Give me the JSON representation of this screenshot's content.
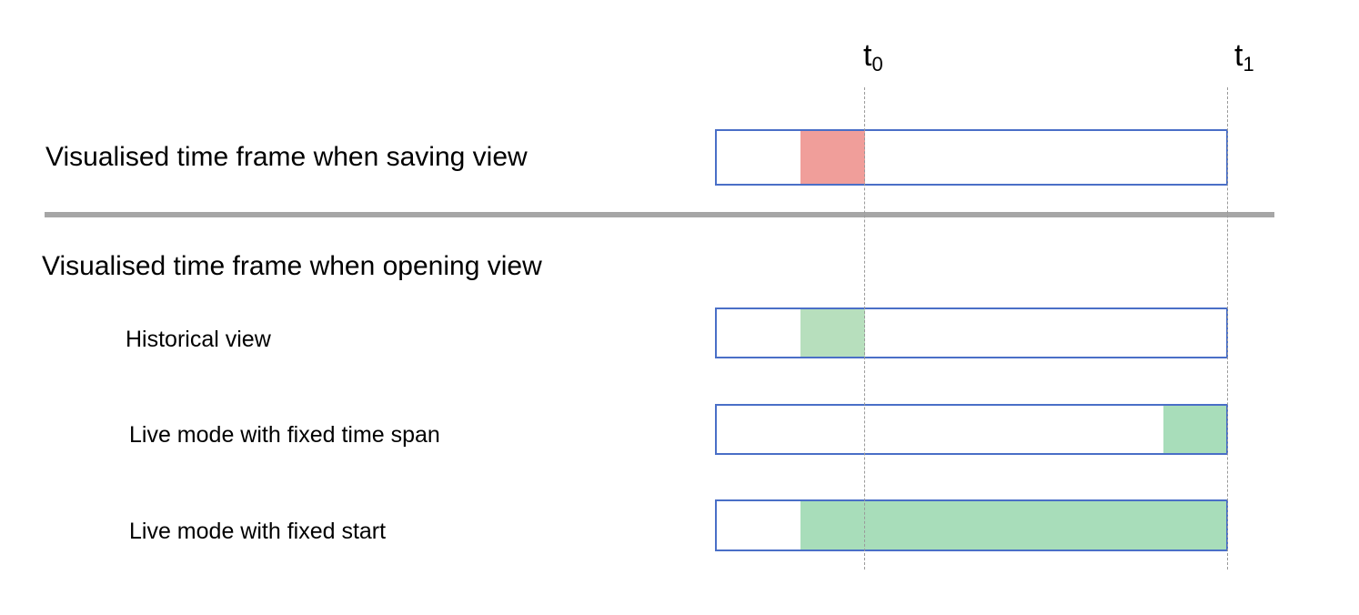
{
  "markers": {
    "t0": {
      "base": "t",
      "sub": "0"
    },
    "t1": {
      "base": "t",
      "sub": "1"
    }
  },
  "saving": {
    "label": "Visualised time frame when saving view"
  },
  "opening": {
    "label": "Visualised time frame when opening view",
    "rows": [
      {
        "label": "Historical view"
      },
      {
        "label": "Live mode with fixed time span"
      },
      {
        "label": "Live mode with fixed start"
      }
    ]
  },
  "colors": {
    "bar_border": "#4a6fc7",
    "saved_segment": "#f09e9a",
    "historical_segment": "#b7dfbd",
    "live_segment": "#a8ddba",
    "divider": "#a6a6a6",
    "guide": "#9a9a9a"
  }
}
